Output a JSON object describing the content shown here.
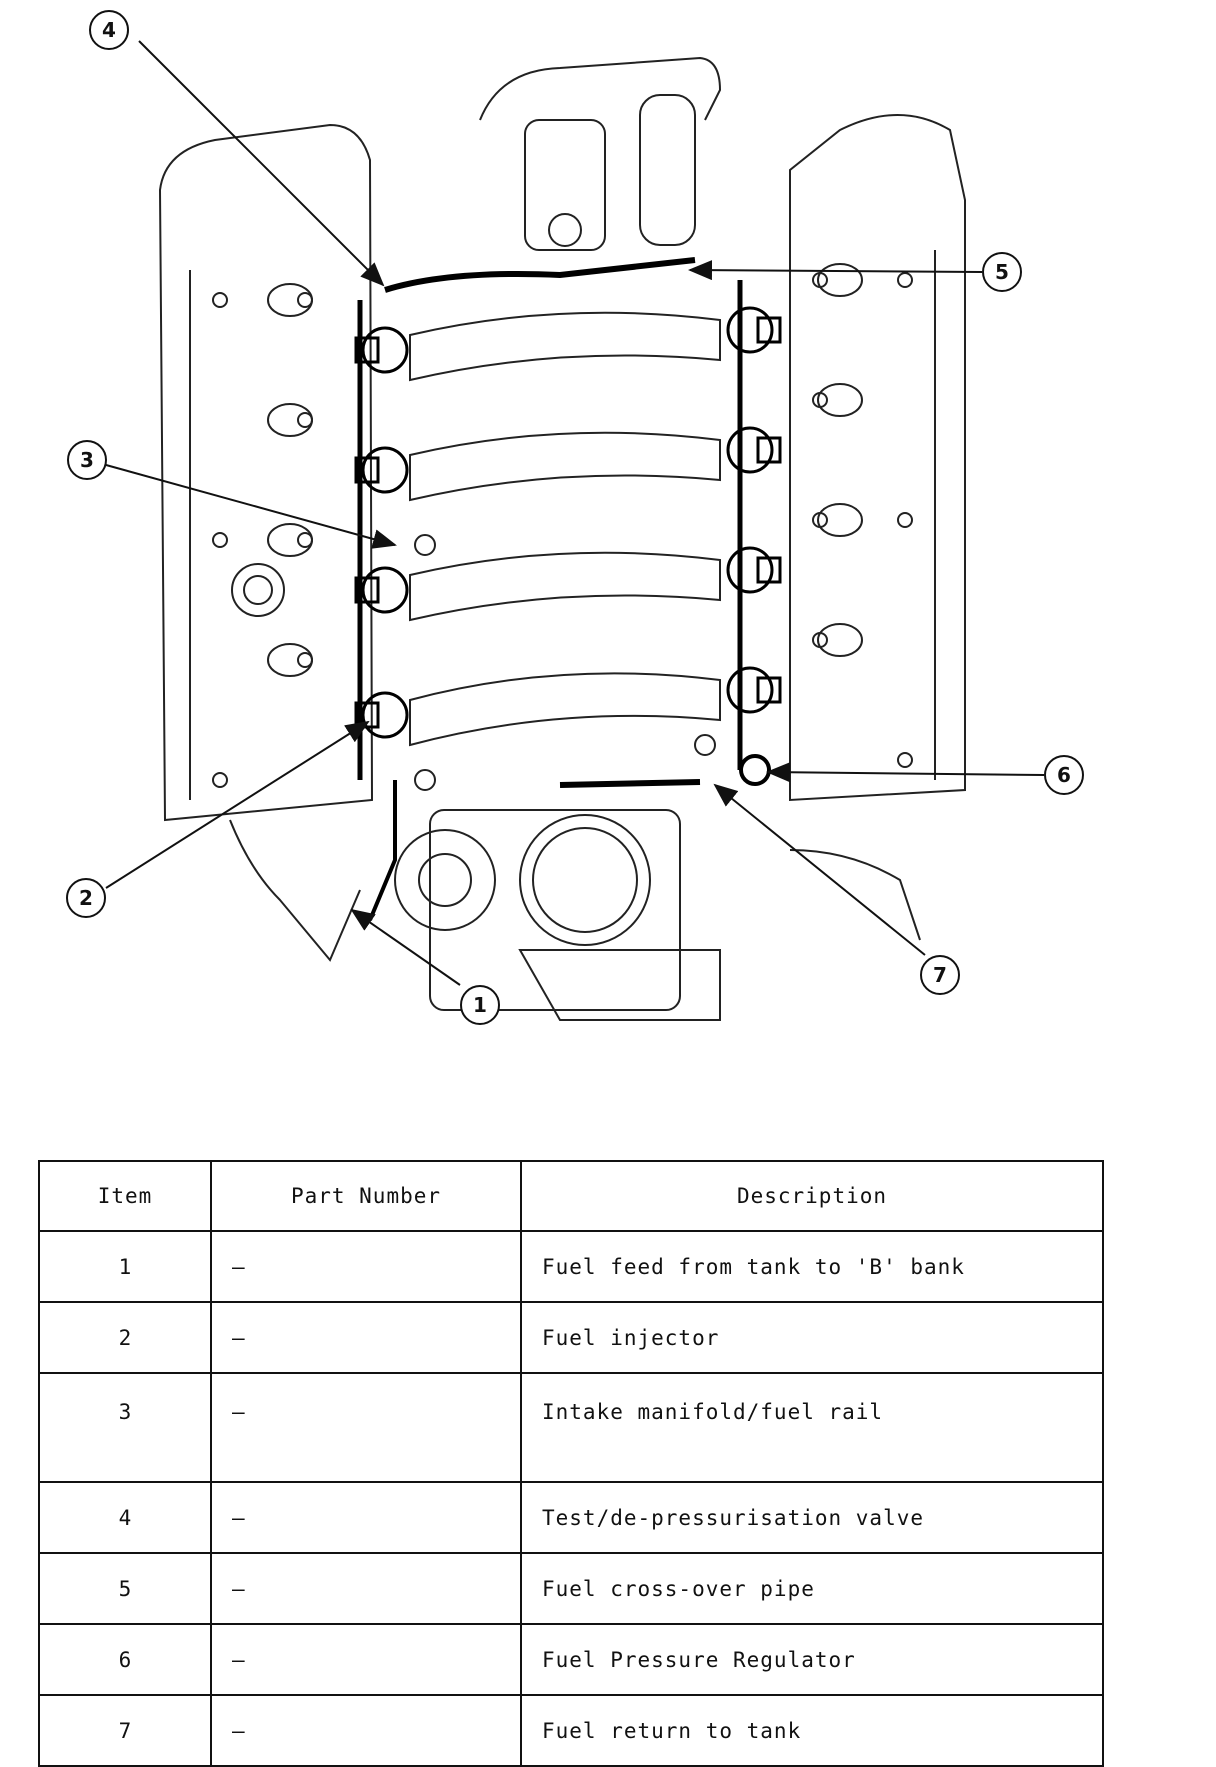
{
  "callouts": [
    "1",
    "2",
    "3",
    "4",
    "5",
    "6",
    "7"
  ],
  "table": {
    "headers": [
      "Item",
      "Part Number",
      "Description"
    ],
    "rows": [
      {
        "item": "1",
        "part": "–",
        "desc": "Fuel feed from tank to 'B' bank"
      },
      {
        "item": "2",
        "part": "–",
        "desc": "Fuel injector"
      },
      {
        "item": "3",
        "part": "–",
        "desc": "Intake manifold/fuel rail"
      },
      {
        "item": "4",
        "part": "–",
        "desc": "Test/de-pressurisation valve"
      },
      {
        "item": "5",
        "part": "–",
        "desc": "Fuel cross-over pipe"
      },
      {
        "item": "6",
        "part": "–",
        "desc": "Fuel Pressure Regulator"
      },
      {
        "item": "7",
        "part": "–",
        "desc": "Fuel return to tank"
      }
    ]
  }
}
